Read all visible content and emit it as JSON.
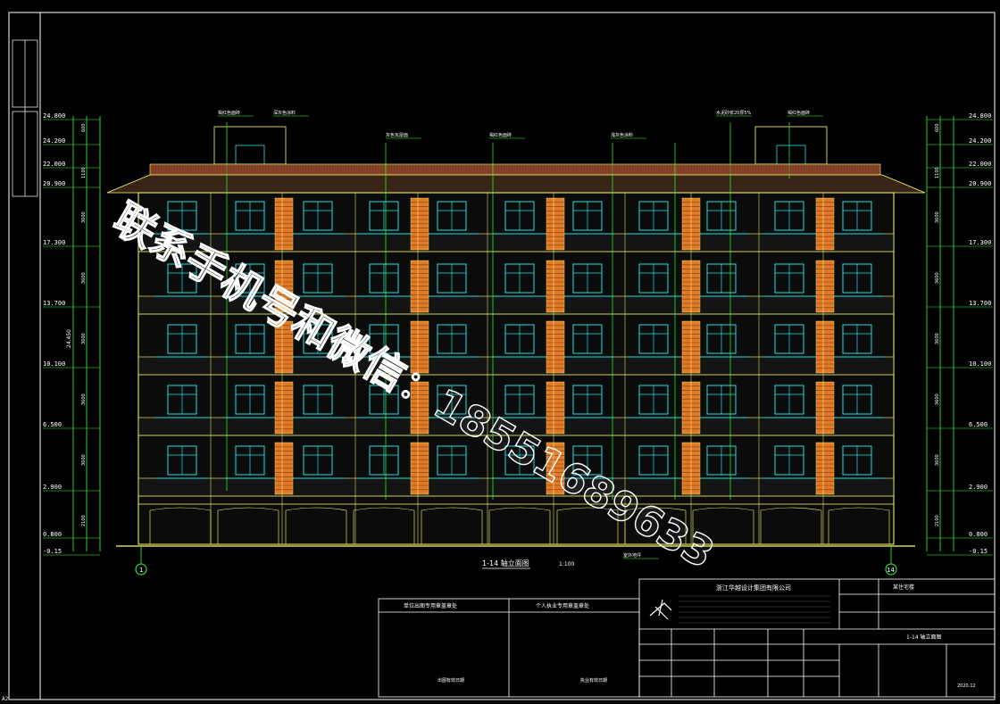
{
  "watermark": "联系手机号和微信：18551689633",
  "corner_label": "A2",
  "drawing": {
    "title": "1-14 轴立面图",
    "scale": "1:100",
    "axis_left": "1",
    "axis_right": "14"
  },
  "levels": [
    "24.800",
    "24.200",
    "22.000",
    "20.900",
    "17.300",
    "13.700",
    "10.100",
    "6.500",
    "2.900",
    "0.800",
    "-0.15"
  ],
  "overall_height": "24.450",
  "dim_segments": [
    "600",
    "1100",
    "3600",
    "3600",
    "3600",
    "3600",
    "3600",
    "2100"
  ],
  "annotations": [
    "褐红色面砖",
    "深灰色涂料",
    "灰色瓦屋面",
    "褐红色面砖",
    "浅灰色涂料",
    "水泥砂浆20厚5%",
    "褐红色面砖",
    "室外地坪"
  ],
  "stamp_boxes": [
    "单位出图专用章盖章处",
    "个人执业专用章盖章处"
  ],
  "stamp_notes": [
    "出图有效日期",
    "执业有效日期"
  ],
  "title_block": {
    "company": "浙江华越设计集团有限公司",
    "project": "某住宅楼",
    "sheet_name": "1-14 轴立面图",
    "date": "2020.12"
  },
  "colors": {
    "background": "#000000",
    "frame": "#ffffff",
    "facade_outline": "#ffff66",
    "window_cyan": "#22e0e0",
    "dimension_green": "#33ff33",
    "louver_orange": "#e07a2a",
    "roof_brown": "#a85a3c"
  }
}
